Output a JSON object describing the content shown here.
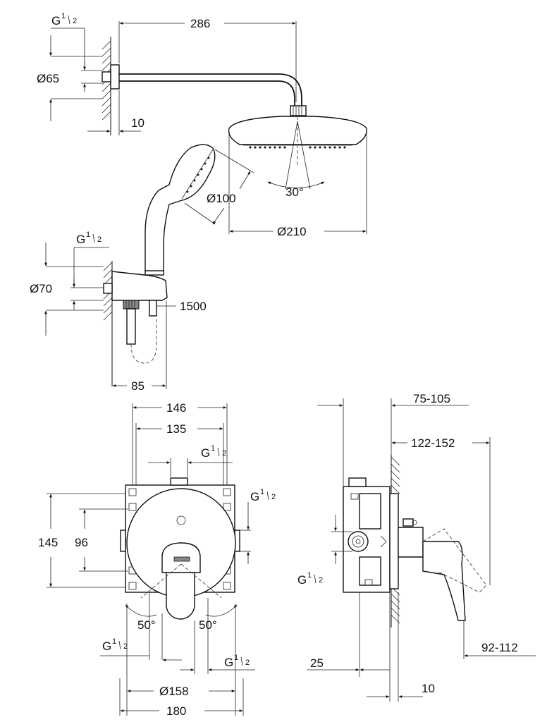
{
  "labels": {
    "arm_length": "286",
    "wall_rose_thread": "G",
    "wall_rose_thread_sup": "1",
    "wall_rose_thread_sub": "2",
    "wall_rose_diameter": "Ø65",
    "wall_rose_depth": "10",
    "head_spray_angle": "30°",
    "handshower_diameter": "Ø100",
    "head_diameter": "Ø210",
    "elbow_thread": "G",
    "elbow_thread_sup": "1",
    "elbow_thread_sub": "2",
    "elbow_diameter": "Ø70",
    "hose_length": "1500",
    "elbow_projection": "85",
    "box_width_outer": "146",
    "box_width_inner": "135",
    "box_top_thread": "G",
    "box_top_thread_sup": "1",
    "box_top_thread_sub": "2",
    "box_right_thread": "G",
    "box_right_thread_sup": "1",
    "box_right_thread_sub": "2",
    "box_height": "145",
    "box_inner_height": "96",
    "angle_left": "50°",
    "angle_right": "50°",
    "bottom_left_thread": "G",
    "bottom_left_thread_sup": "1",
    "bottom_left_thread_sub": "2",
    "bottom_right_thread": "G",
    "bottom_right_thread_sup": "1",
    "bottom_right_thread_sub": "2",
    "plate_diameter": "Ø158",
    "plate_width": "180",
    "install_depth": "75-105",
    "projection_range": "122-152",
    "side_thread": "G",
    "side_thread_sup": "1",
    "side_thread_sub": "2",
    "lever_reach": "92-112",
    "min_depth": "25",
    "plate_thickness": "10"
  }
}
